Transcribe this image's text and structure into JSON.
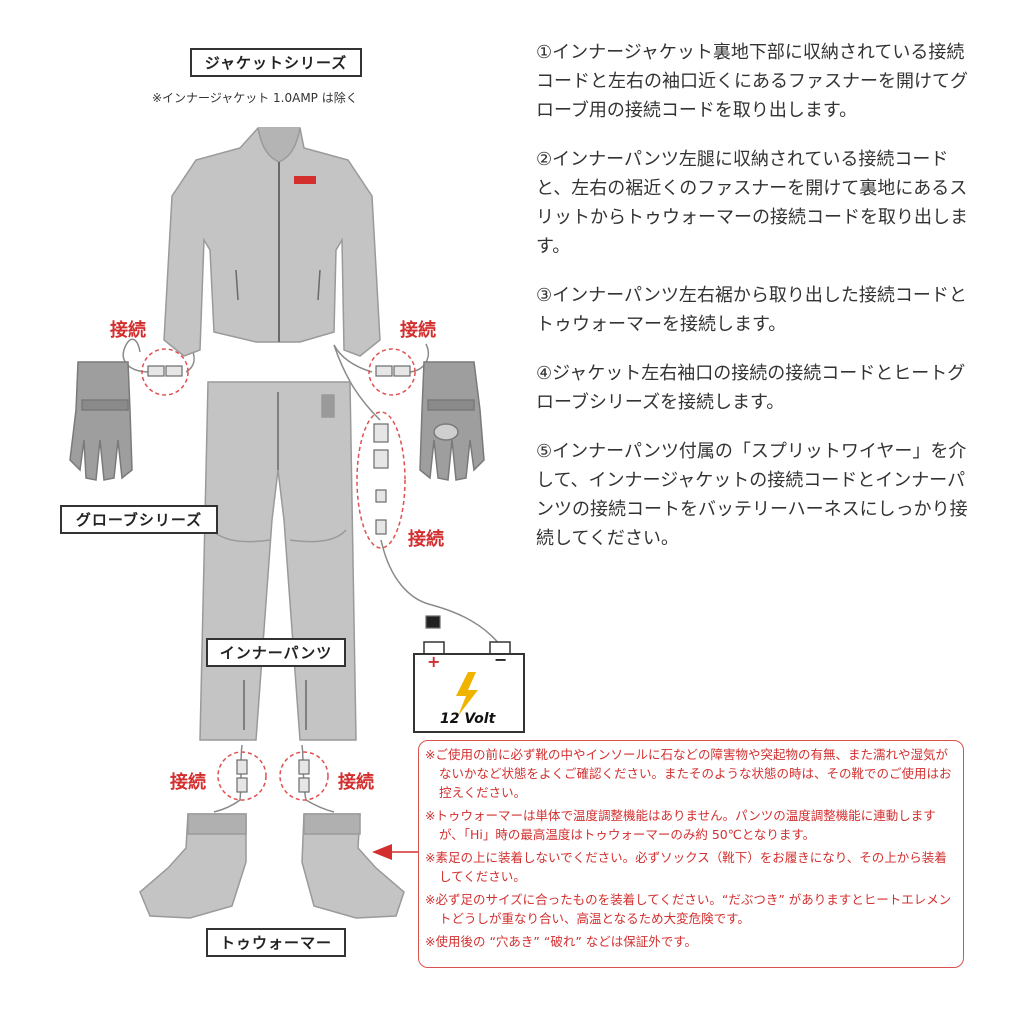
{
  "labels": {
    "jacket_series": "ジャケットシリーズ",
    "jacket_note": "※インナージャケット 1.0AMP は除く",
    "glove_series": "グローブシリーズ",
    "inner_pants": "インナーパンツ",
    "toe_warmer": "トゥウォーマー",
    "connect": "接続",
    "battery": "12 Volt",
    "battery_plus": "+",
    "battery_minus": "−"
  },
  "instructions": [
    "①インナージャケット裏地下部に収納されている接続コードと左右の袖口近くにあるファスナーを開けてグローブ用の接続コードを取り出します。",
    "②インナーパンツ左腿に収納されている接続コードと、左右の裾近くのファスナーを開けて裏地にあるスリットからトゥウォーマーの接続コードを取り出します。",
    "③インナーパンツ左右裾から取り出した接続コードとトゥウォーマーを接続します。",
    "④ジャケット左右袖口の接続の接続コードとヒートグローブシリーズを接続します。",
    "⑤インナーパンツ付属の「スプリットワイヤー」を介して、インナージャケットの接続コードとインナーパンツの接続コートをバッテリーハーネスにしっかり接続してください。"
  ],
  "warnings": [
    "※ご使用の前に必ず靴の中やインソールに石などの障害物や突起物の有無、また濡れや湿気がないかなど状態をよくご確認ください。またそのような状態の時は、その靴でのご使用はお控えください。",
    "※トゥウォーマーは単体で温度調整機能はありません。パンツの温度調整機能に連動しますが、「Hi」時の最高温度はトゥウォーマーのみ約 50℃となります。",
    "※素足の上に装着しないでください。必ずソックス（靴下）をお履きになり、その上から装着してください。",
    "※必ず足のサイズに合ったものを装着してください。“だぶつき” がありますとヒートエレメントどうしが重なり合い、高温となるため大変危険です。",
    "※使用後の “穴あき” “破れ” などは保証外です。"
  ],
  "colors": {
    "garment": "#c4c4c4",
    "garment_outline": "#9a9a9a",
    "garment_dark": "#7a7a7a",
    "accent": "#d32f2f",
    "battery_bolt": "#f0b400"
  }
}
